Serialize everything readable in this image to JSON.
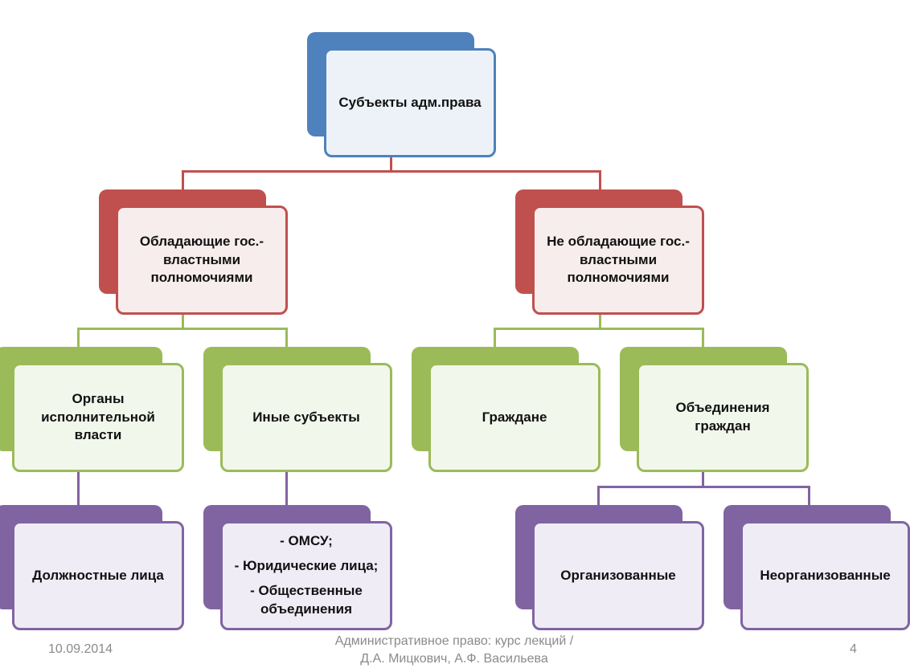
{
  "colors": {
    "blue": "#4f81bd",
    "red": "#c0504d",
    "green": "#9bbb59",
    "purple": "#8064a2",
    "blue_fill": "#edf2f9",
    "red_fill": "#f8eded",
    "green_fill": "#f2f7ec",
    "purple_fill": "#efecf6"
  },
  "nodes": {
    "root": {
      "label": "Субъекты адм.права"
    },
    "with_power": {
      "label": "Обладающие гос.-властными полномочиями"
    },
    "without_power": {
      "label": "Не обладающие гос.-властными полномочиями"
    },
    "exec_bodies": {
      "label": "Органы исполнительной власти"
    },
    "other_subjects": {
      "label": "Иные субъекты"
    },
    "citizens": {
      "label": "Граждане"
    },
    "citizen_unions": {
      "label": "Объединения граждан"
    },
    "officials": {
      "label": "Должностные лица"
    },
    "other_list": {
      "lines": [
        "- ОМСУ;",
        "- Юридические лица;",
        "- Общественные объединения"
      ]
    },
    "organized": {
      "label": "Организованные"
    },
    "unorganized": {
      "label": "Неорганизованные"
    }
  },
  "footer": {
    "date": "10.09.2014",
    "source_line1": "Административное право: курс лекций /",
    "source_line2": "Д.А. Мицкович, А.Ф. Васильева",
    "page": "4"
  }
}
